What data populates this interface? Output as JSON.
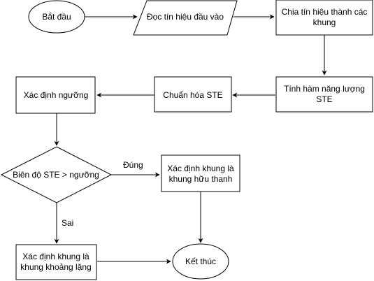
{
  "nodes": {
    "start": {
      "label": "Bắt đầu"
    },
    "read_input": {
      "label": "Đọc tín hiệu đầu vào"
    },
    "split_frames": {
      "line1": "Chia tín hiệu thành các",
      "line2": "khung"
    },
    "ste_energy": {
      "line1": "Tính hàm năng lượng",
      "line2": "STE"
    },
    "normalize": {
      "label": "Chuẩn hóa STE"
    },
    "threshold": {
      "label": "Xác định ngưỡng"
    },
    "decision": {
      "label": "Biên độ STE > ngưỡng"
    },
    "voiced": {
      "line1": "Xác định khung là",
      "line2": "khung hữu thanh"
    },
    "silence": {
      "line1": "Xác định khung là",
      "line2": "khung khoảng lặng"
    },
    "end": {
      "label": "Kết thúc"
    }
  },
  "edge_labels": {
    "yes": "Đúng",
    "no": "Sai"
  },
  "colors": {
    "stroke": "#000000",
    "fill": "#ffffff",
    "text": "#000000"
  }
}
